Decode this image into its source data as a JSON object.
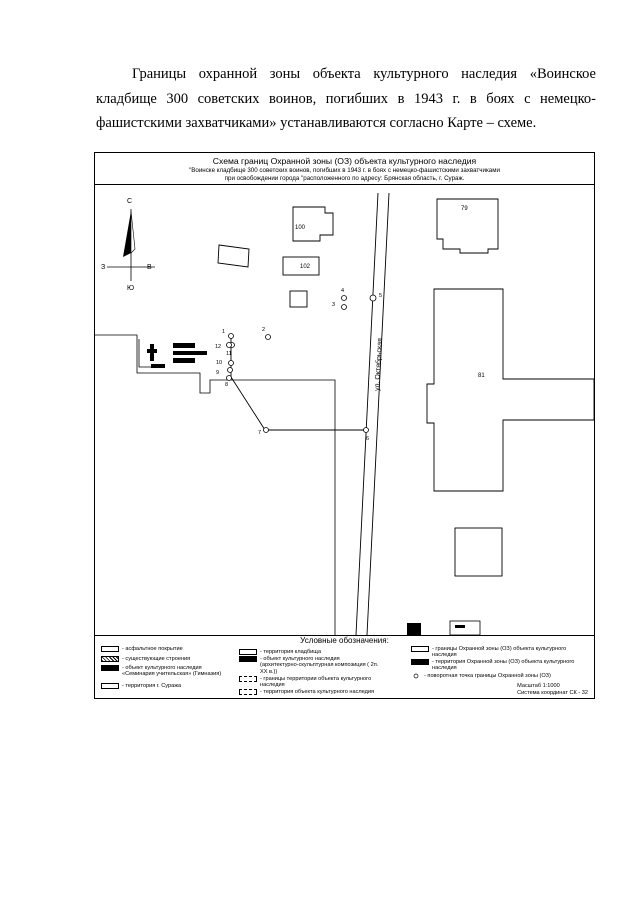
{
  "paragraph": "Границы охранной зоны объекта культурного наследия «Воинское кладбище 300 советских воинов, погибших в 1943 г. в боях с немецко-фашистскими захватчиками» устанавливаются согласно Карте – схеме.",
  "map": {
    "title": "Схема границ Охранной зоны (ОЗ) объекта культурного наследия",
    "subtitle_1": "\"Воинске кладбище 300 советских воинов, погибших в 1943 г. в боях с немецко-фашистскими захватчиками",
    "subtitle_2": "при освобождении города \"расположенного по адресу: Брянская область, г. Сураж.",
    "compass": {
      "north": "С",
      "south": "Ю",
      "west": "З",
      "east": "В"
    },
    "buildings": {
      "b100": "100",
      "b102": "102",
      "b79": "79",
      "b81": "81"
    },
    "street": "ул. Октябрьская",
    "points": {
      "p1": "1",
      "p2": "2",
      "p3": "3",
      "p4": "4",
      "p5": "5",
      "p6": "6",
      "p7": "7",
      "p8": "8",
      "p9": "9",
      "p10": "10",
      "p11": "11",
      "p12": "12"
    }
  },
  "legend": {
    "title": "Условные обозначения:",
    "asphalt": "- асфальтное покрытие",
    "existing_buildings": "- существующие строения",
    "heritage_seminary": "- объект культурного наследия «Семинария учительская» (Гимназия)",
    "town_territory": "- территория г. Суража",
    "cemetery_territory": "- территория кладбища",
    "heritage_object": "- объект культурного наследия (архитектурно-скульптурная композиция ( 2п. XX в.))",
    "territory_borders": "- границы территории объекта культурного наследия",
    "heritage_territory": "- территория объекта культурного наследия",
    "zone_borders": "- границы Охранной зоны (ОЗ) объекта культурного наследия",
    "zone_territory": "- территория Охранной зоны (ОЗ) объекта культурного наследия",
    "turning_point": "- поворотная точка границы Охранной зоны (ОЗ)",
    "scale": "Масштаб 1:1000",
    "coords": "Система координат СК - 32"
  }
}
